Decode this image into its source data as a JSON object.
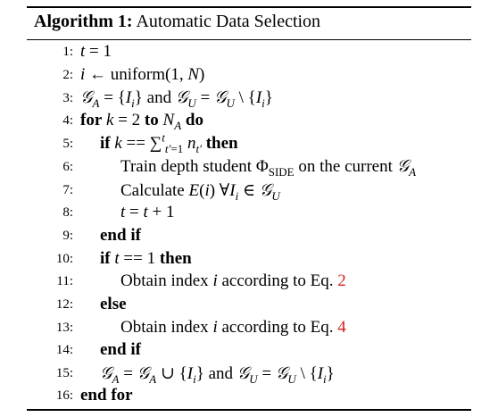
{
  "algorithm": {
    "label": "Algorithm 1:",
    "title": "Automatic Data Selection"
  },
  "lines": [
    {
      "num": "1:"
    },
    {
      "num": "2:",
      "uniform": "uniform"
    },
    {
      "num": "3:",
      "and": "and"
    },
    {
      "num": "4:",
      "for": "for",
      "to": "to",
      "do": "do"
    },
    {
      "num": "5:",
      "if": "if",
      "then": "then"
    },
    {
      "num": "6:",
      "text_a": "Train depth student",
      "sub": "SIDE",
      "text_b": "on the current"
    },
    {
      "num": "7:",
      "text": "Calculate"
    },
    {
      "num": "8:"
    },
    {
      "num": "9:",
      "text": "end if"
    },
    {
      "num": "10:",
      "if": "if",
      "then": "then"
    },
    {
      "num": "11:",
      "text_a": "Obtain index",
      "text_b": "according to Eq.",
      "ref": "2"
    },
    {
      "num": "12:",
      "text": "else"
    },
    {
      "num": "13:",
      "text_a": "Obtain index",
      "text_b": "according to Eq.",
      "ref": "4"
    },
    {
      "num": "14:",
      "text": "end if"
    },
    {
      "num": "15:",
      "and": "and"
    },
    {
      "num": "16:",
      "text": "end for"
    }
  ]
}
